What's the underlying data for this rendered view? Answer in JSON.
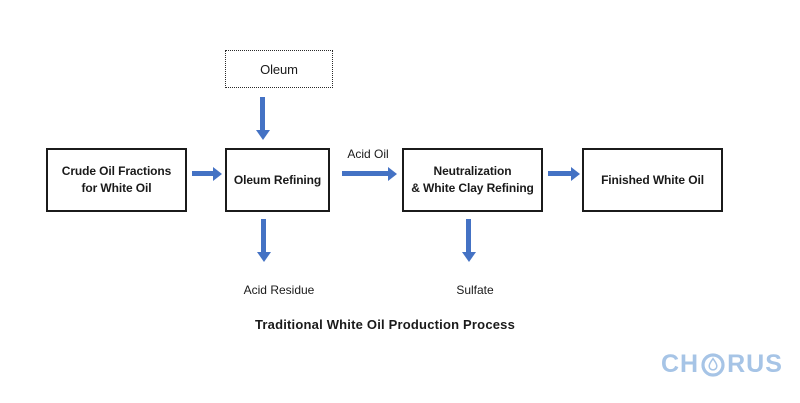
{
  "diagram": {
    "title": "Traditional White Oil Production Process",
    "nodes": {
      "oleum_input": {
        "label": "Oleum"
      },
      "crude": {
        "line1": "Crude Oil Fractions",
        "line2": "for White Oil"
      },
      "oleum_refining": {
        "label": "Oleum Refining"
      },
      "neutralization": {
        "line1": "Neutralization",
        "line2": "& White Clay Refining"
      },
      "finished": {
        "label": "Finished White Oil"
      }
    },
    "flow_labels": {
      "acid_oil": "Acid Oil",
      "acid_residue": "Acid Residue",
      "sulfate": "Sulfate"
    },
    "colors": {
      "arrow": "#4472c4",
      "box_border": "#1b1b1b",
      "text": "#1a1a1a",
      "logo": "#a6c4e6"
    }
  },
  "logo": {
    "full_name": "CHORUS",
    "part_before_drop": "CH",
    "part_after_drop": "RUS"
  }
}
